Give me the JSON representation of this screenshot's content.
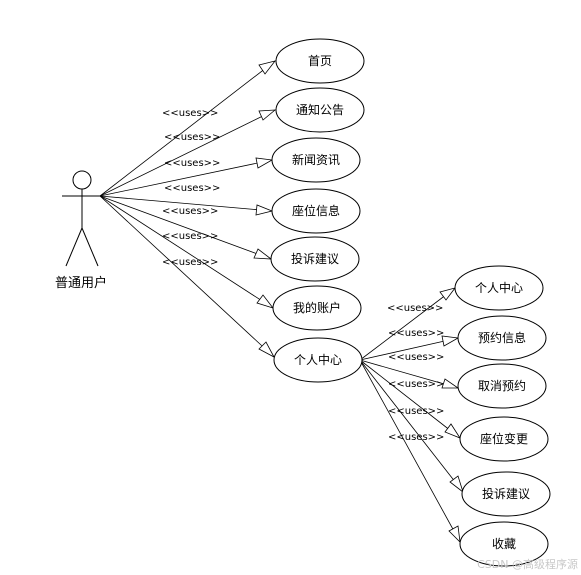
{
  "actor": {
    "label": "普通用户"
  },
  "use_cases": {
    "home": "首页",
    "notice": "通知公告",
    "news": "新闻资讯",
    "seat_info": "座位信息",
    "complaint": "投诉建议",
    "my_account": "我的账户",
    "personal_center": "个人中心"
  },
  "sub_use_cases": {
    "personal_center": "个人中心",
    "reservation_info": "预约信息",
    "cancel_reservation": "取消预约",
    "seat_change": "座位变更",
    "complaint": "投诉建议",
    "favorites": "收藏"
  },
  "relation_label": "<<uses>>",
  "watermark": "CSDN @高级程序源"
}
